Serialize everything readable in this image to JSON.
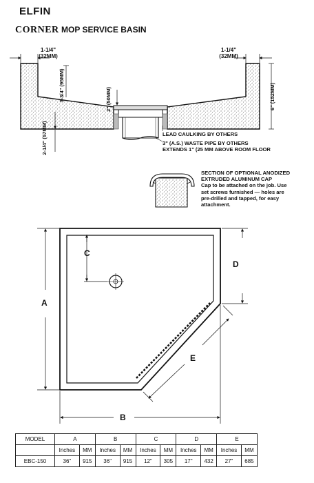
{
  "header": {
    "title": "ELFIN",
    "subtitle_emphasis": "CORNER",
    "subtitle_rest": "MOP SERVICE BASIN"
  },
  "section": {
    "dim_left_top": [
      "1-1/4\"",
      "(32MM)"
    ],
    "dim_right_top": [
      "1-1/4\"",
      "(32MM)"
    ],
    "dim_depth_inner": "3-3/4\" (95MM)",
    "dim_drain": "2\" (50MM)",
    "dim_height": "6\" (152MM)",
    "dim_base": "2-1/4\" (57MM)",
    "note_caulking": "LEAD CAULKING BY OTHERS",
    "note_pipe_1": "3\" (A.S.) WASTE PIPE BY OTHERS",
    "note_pipe_2": "EXTENDS 1\" (25 MM ABOVE ROOM FLOOR"
  },
  "cap": {
    "lines": [
      "SECTION OF OPTIONAL ANODIZED",
      "EXTRUDED ALUMINUM CAP",
      "Cap to be attached on the job. Use",
      "set screws furnished — holes are",
      "pre-drilled and tapped, for easy",
      "attachment."
    ]
  },
  "plan": {
    "label_a": "A",
    "label_b": "B",
    "label_c": "C",
    "label_d": "D",
    "label_e": "E"
  },
  "table": {
    "model_header": "MODEL",
    "groups": [
      "A",
      "B",
      "C",
      "D",
      "E"
    ],
    "unit_inches": "Inches",
    "unit_mm": "MM",
    "rows": [
      {
        "model": "EBC-150",
        "values": [
          "36\"",
          "915",
          "36\"",
          "915",
          "12\"",
          "305",
          "17\"",
          "432",
          "27\"",
          "685"
        ]
      }
    ]
  }
}
